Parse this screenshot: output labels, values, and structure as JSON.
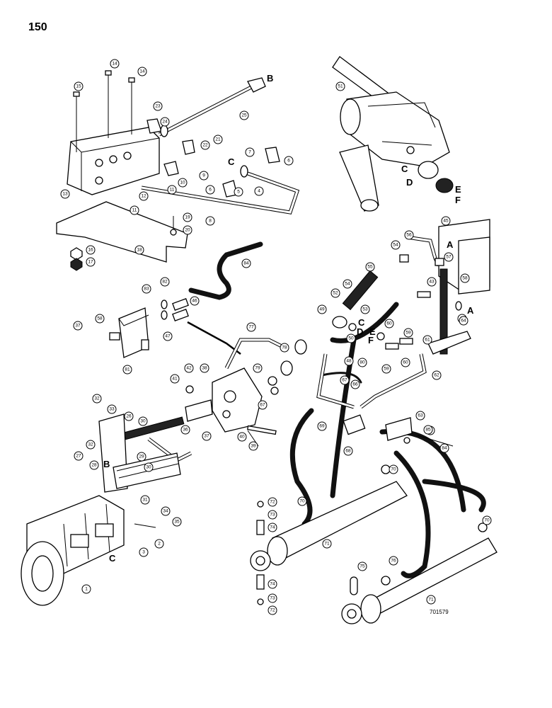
{
  "page_number": "150",
  "figure_code": "701579",
  "callouts": [
    "1",
    "2",
    "3",
    "4",
    "5",
    "6",
    "7",
    "8",
    "9",
    "10",
    "11",
    "12",
    "13",
    "14",
    "15",
    "16",
    "17",
    "18",
    "19",
    "20",
    "21",
    "22",
    "23",
    "24",
    "25",
    "26",
    "27",
    "28",
    "29",
    "30",
    "31",
    "32",
    "33",
    "34",
    "35",
    "36",
    "37",
    "38",
    "39",
    "40",
    "41",
    "42",
    "43",
    "44",
    "45",
    "46",
    "47",
    "48",
    "49",
    "50",
    "51",
    "52",
    "53",
    "54",
    "55",
    "56",
    "57",
    "58",
    "59",
    "60",
    "61",
    "62",
    "63",
    "64",
    "65",
    "66",
    "67",
    "68",
    "69",
    "70",
    "71",
    "72",
    "73",
    "74",
    "75",
    "76",
    "77",
    "78",
    "79",
    "80",
    "81",
    "82",
    "83",
    "84",
    "85"
  ],
  "connection_letters": [
    "A",
    "B",
    "C",
    "D",
    "E",
    "F"
  ]
}
